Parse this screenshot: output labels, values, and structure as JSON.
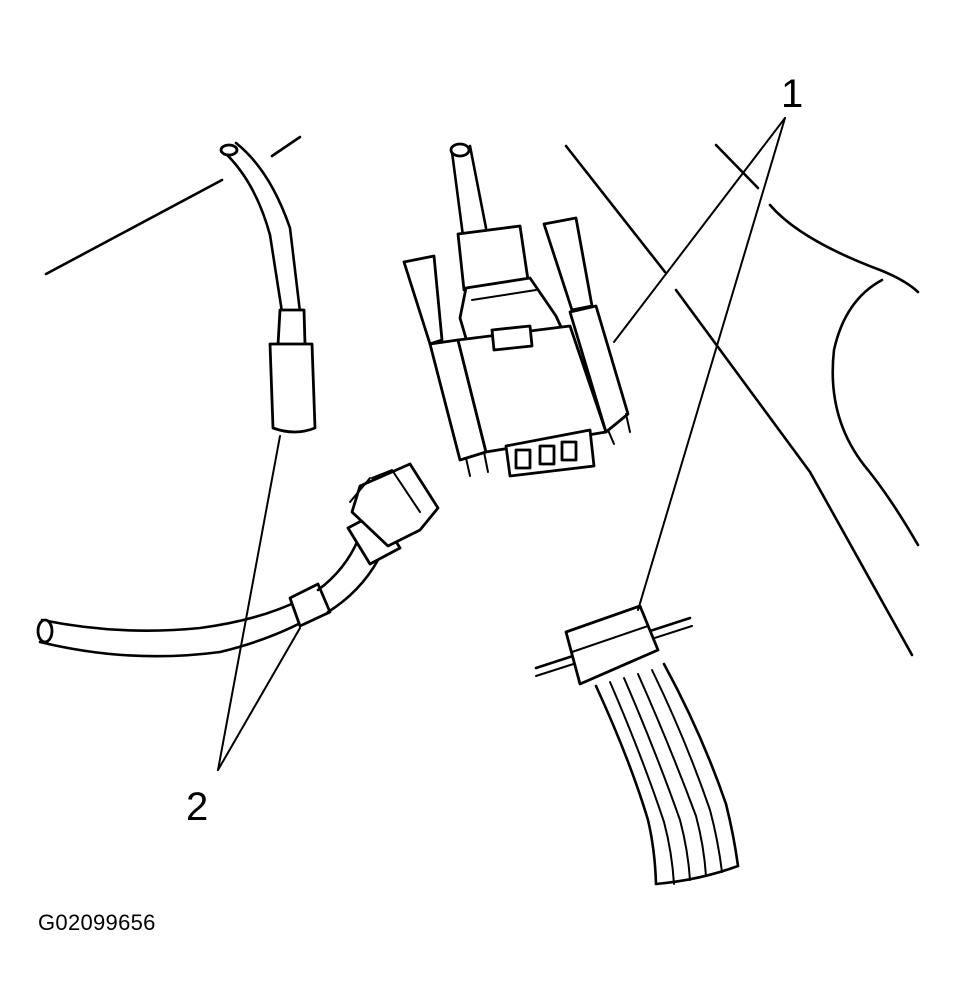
{
  "callouts": [
    {
      "label": "1"
    },
    {
      "label": "2"
    }
  ],
  "figure_id": "G02099656"
}
